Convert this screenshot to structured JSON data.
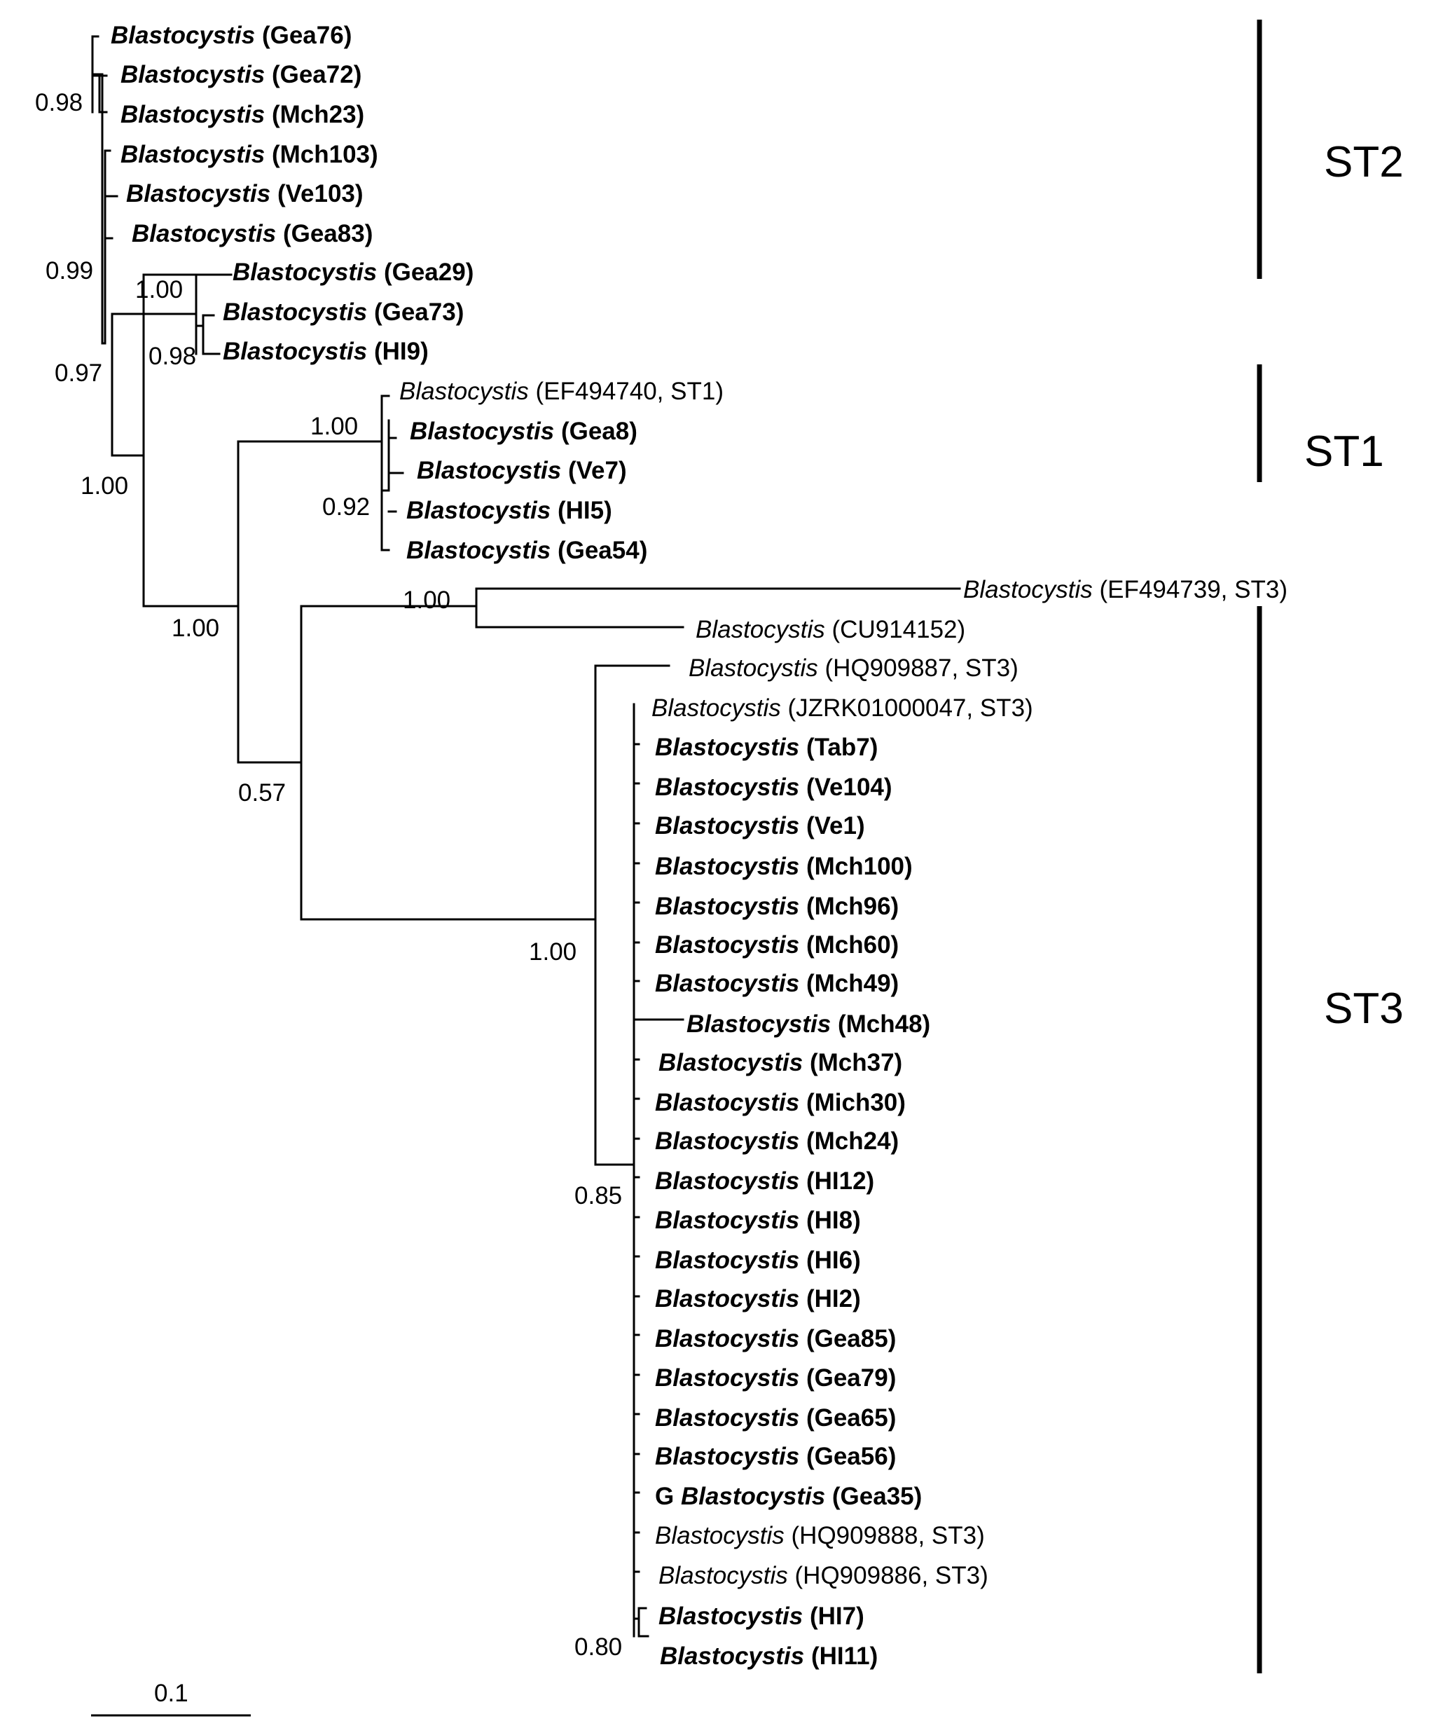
{
  "tree": {
    "taxa": [
      {
        "genus": "Blastocystis",
        "id": "(Gea76)",
        "bold": true
      },
      {
        "genus": "Blastocystis",
        "id": "(Gea72)",
        "bold": true
      },
      {
        "genus": "Blastocystis",
        "id": "(Mch23)",
        "bold": true
      },
      {
        "genus": "Blastocystis",
        "id": "(Mch103)",
        "bold": true
      },
      {
        "genus": "Blastocystis",
        "id": "(Ve103)",
        "bold": true
      },
      {
        "genus": "Blastocystis",
        "id": "(Gea83)",
        "bold": true
      },
      {
        "genus": "Blastocystis",
        "id": "(Gea29)",
        "bold": true
      },
      {
        "genus": "Blastocystis",
        "id": "(Gea73)",
        "bold": true
      },
      {
        "genus": "Blastocystis",
        "id": "(HI9)",
        "bold": true
      },
      {
        "genus": "Blastocystis",
        "id": "(EF494740, ST1)",
        "bold": false
      },
      {
        "genus": "Blastocystis",
        "id": "(Gea8)",
        "bold": true
      },
      {
        "genus": "Blastocystis",
        "id": "(Ve7)",
        "bold": true
      },
      {
        "genus": "Blastocystis",
        "id": "(HI5)",
        "bold": true
      },
      {
        "genus": "Blastocystis",
        "id": "(Gea54)",
        "bold": true
      },
      {
        "genus": "Blastocystis",
        "id": "(EF494739, ST3)",
        "bold": false
      },
      {
        "genus": "Blastocystis",
        "id": "(CU914152)",
        "bold": false
      },
      {
        "genus": "Blastocystis",
        "id": "(HQ909887, ST3)",
        "bold": false
      },
      {
        "genus": "Blastocystis",
        "id": "(JZRK01000047, ST3)",
        "bold": false
      },
      {
        "genus": "Blastocystis",
        "id": "(Tab7)",
        "bold": true
      },
      {
        "genus": "Blastocystis",
        "id": "(Ve104)",
        "bold": true
      },
      {
        "genus": "Blastocystis",
        "id": "(Ve1)",
        "bold": true
      },
      {
        "genus": "Blastocystis",
        "id": "(Mch100)",
        "bold": true
      },
      {
        "genus": "Blastocystis",
        "id": "(Mch96)",
        "bold": true
      },
      {
        "genus": "Blastocystis",
        "id": "(Mch60)",
        "bold": true
      },
      {
        "genus": "Blastocystis",
        "id": "(Mch49)",
        "bold": true
      },
      {
        "genus": "Blastocystis",
        "id": "(Mch48)",
        "bold": true
      },
      {
        "genus": "Blastocystis",
        "id": "(Mch37)",
        "bold": true
      },
      {
        "genus": "Blastocystis",
        "id": "(Mich30)",
        "bold": true
      },
      {
        "genus": "Blastocystis",
        "id": "(Mch24)",
        "bold": true
      },
      {
        "genus": "Blastocystis",
        "id": "(HI12)",
        "bold": true
      },
      {
        "genus": "Blastocystis",
        "id": "(HI8)",
        "bold": true
      },
      {
        "genus": "Blastocystis",
        "id": "(HI6)",
        "bold": true
      },
      {
        "genus": "Blastocystis",
        "id": "(HI2)",
        "bold": true
      },
      {
        "genus": "Blastocystis",
        "id": "(Gea85)",
        "bold": true
      },
      {
        "genus": "Blastocystis",
        "id": "(Gea79)",
        "bold": true
      },
      {
        "genus": "Blastocystis",
        "id": "(Gea65)",
        "bold": true
      },
      {
        "genus": "Blastocystis",
        "id": "(Gea56)",
        "bold": true
      },
      {
        "genus": "Blastocystis",
        "id": "(Gea35)",
        "bold": true,
        "prefix": "G "
      },
      {
        "genus": "Blastocystis",
        "id": "(HQ909888, ST3)",
        "bold": false
      },
      {
        "genus": "Blastocystis",
        "id": "(HQ909886,  ST3)",
        "bold": false
      },
      {
        "genus": "Blastocystis",
        "id": "(HI7)",
        "bold": true
      },
      {
        "genus": "Blastocystis",
        "id": "(HI11)",
        "bold": true
      }
    ],
    "support_values": [
      "0.98",
      "0.99",
      "0.97",
      "1.00",
      "1.00",
      "0.98",
      "1.00",
      "0.92",
      "1.00",
      "1.00",
      "0.57",
      "1.00",
      "0.85",
      "0.80"
    ],
    "groups": [
      "ST2",
      "ST1",
      "ST3"
    ],
    "scale_bar_label": "0.1"
  }
}
